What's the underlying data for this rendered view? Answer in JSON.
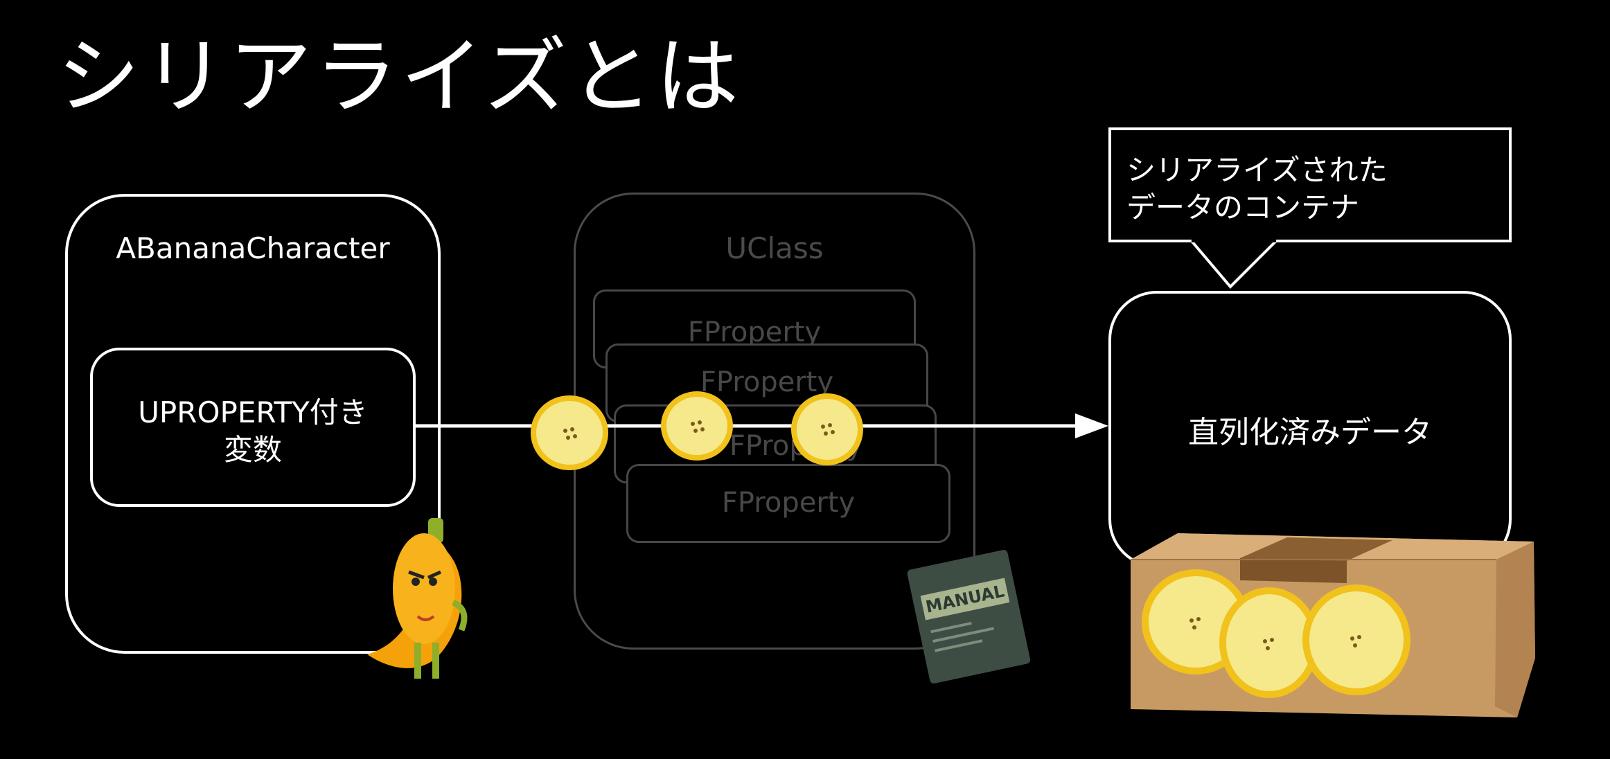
{
  "slide": {
    "title": "シリアライズとは"
  },
  "actor": {
    "class_name": "ABananaCharacter",
    "property_label_line1": "UPROPERTY付き",
    "property_label_line2": "変数"
  },
  "uclass": {
    "class_name": "UClass",
    "properties": [
      "FProperty",
      "FProperty",
      "FProperty",
      "FProperty"
    ]
  },
  "container": {
    "callout_line1": "シリアライズされた",
    "callout_line2": "データのコンテナ",
    "content_label": "直列化済みデータ"
  },
  "illustrations": {
    "manual_book_text": "MANUAL"
  },
  "colors": {
    "background": "#000000",
    "stroke": "#ffffff",
    "dim_stroke": "#4a4a4a",
    "banana_slice": "#f6e98c",
    "banana_rim": "#f1c21b",
    "cardboard": "#c89a63"
  }
}
